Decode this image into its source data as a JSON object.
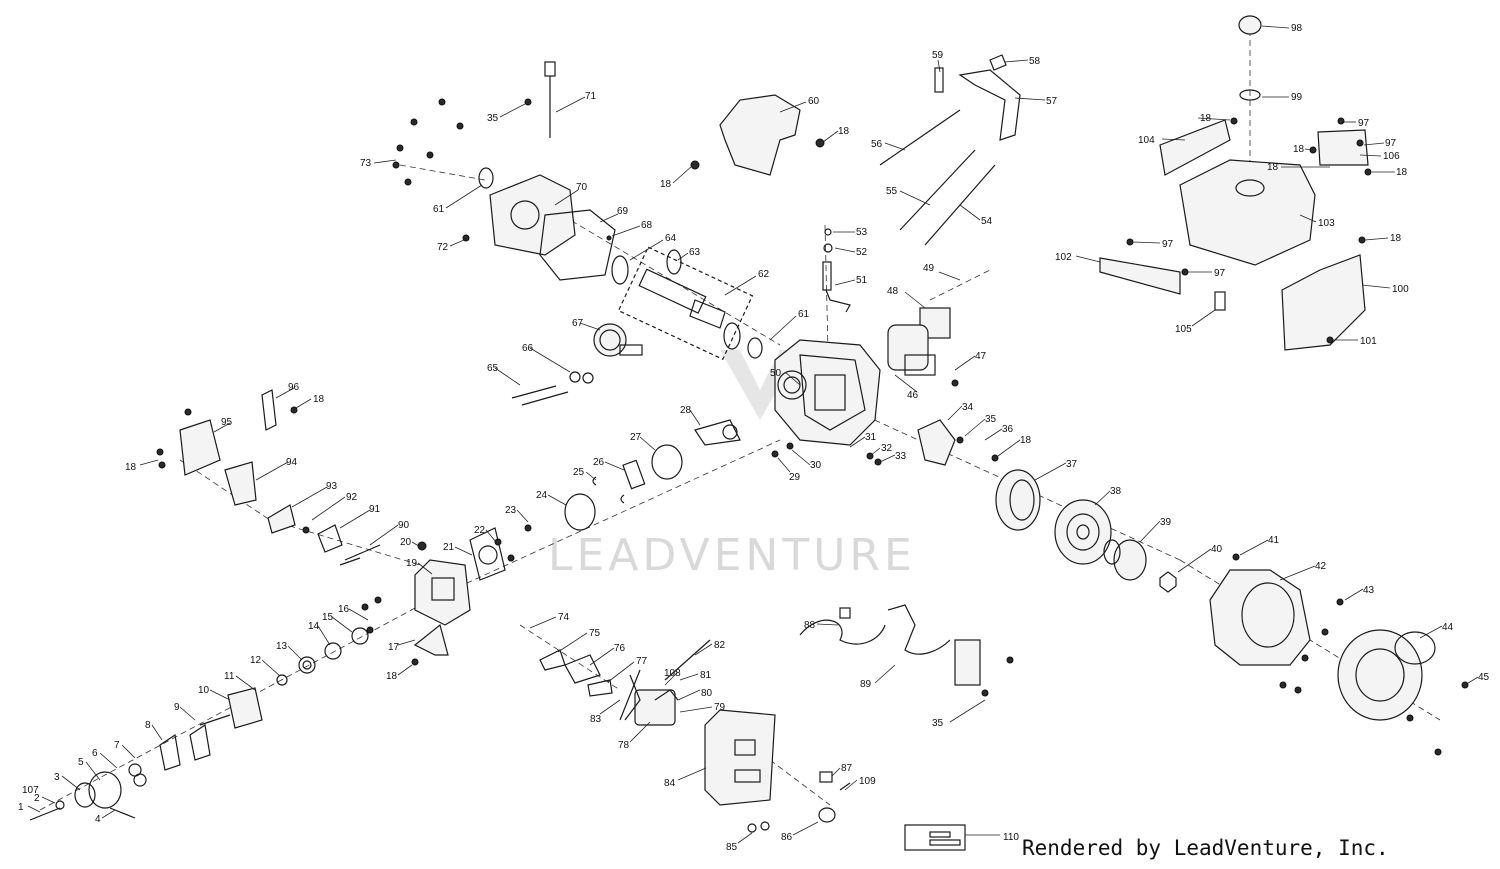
{
  "watermark": "LEADVENTURE",
  "footer": "Rendered by LeadVenture, Inc.",
  "callouts": {
    "c1": "1",
    "c2": "2",
    "c3": "3",
    "c4": "4",
    "c5": "5",
    "c6": "6",
    "c7": "7",
    "c8": "8",
    "c9": "9",
    "c10": "10",
    "c11": "11",
    "c12": "12",
    "c13": "13",
    "c14": "14",
    "c15": "15",
    "c16": "16",
    "c17": "17",
    "c18": "18",
    "c19": "19",
    "c20": "20",
    "c21": "21",
    "c22": "22",
    "c23": "23",
    "c24": "24",
    "c25": "25",
    "c26": "26",
    "c27": "27",
    "c28": "28",
    "c29": "29",
    "c30": "30",
    "c31": "31",
    "c32": "32",
    "c33": "33",
    "c34": "34",
    "c35": "35",
    "c36": "36",
    "c37": "37",
    "c38": "38",
    "c39": "39",
    "c40": "40",
    "c41": "41",
    "c42": "42",
    "c43": "43",
    "c44": "44",
    "c45": "45",
    "c46": "46",
    "c47": "47",
    "c48": "48",
    "c49": "49",
    "c50": "50",
    "c51": "51",
    "c52": "52",
    "c53": "53",
    "c54": "54",
    "c55": "55",
    "c56": "56",
    "c57": "57",
    "c58": "58",
    "c59": "59",
    "c60": "60",
    "c61": "61",
    "c62": "62",
    "c63": "63",
    "c64": "64",
    "c65": "65",
    "c66": "66",
    "c67": "67",
    "c68": "68",
    "c69": "69",
    "c70": "70",
    "c71": "71",
    "c72": "72",
    "c73": "73",
    "c74": "74",
    "c75": "75",
    "c76": "76",
    "c77": "77",
    "c78": "78",
    "c79": "79",
    "c80": "80",
    "c81": "81",
    "c82": "82",
    "c83": "83",
    "c84": "84",
    "c85": "85",
    "c86": "86",
    "c87": "87",
    "c88": "88",
    "c89": "89",
    "c90": "90",
    "c91": "91",
    "c92": "92",
    "c93": "93",
    "c94": "94",
    "c95": "95",
    "c96": "96",
    "c97": "97",
    "c98": "98",
    "c99": "99",
    "c100": "100",
    "c101": "101",
    "c102": "102",
    "c103": "103",
    "c104": "104",
    "c105": "105",
    "c106": "106",
    "c107": "107",
    "c108": "108",
    "c109": "109",
    "c110": "110"
  }
}
